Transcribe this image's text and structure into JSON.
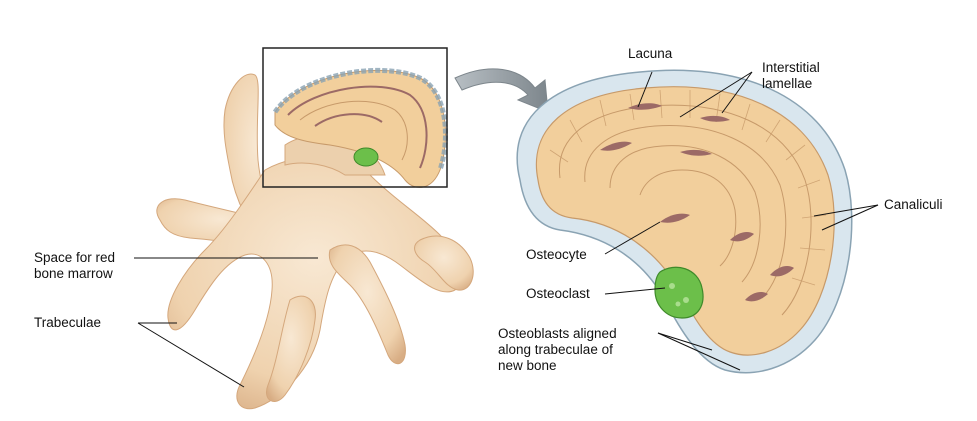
{
  "figure": {
    "labels": {
      "space_for_red_bone_marrow": "Space for red\nbone marrow",
      "trabeculae": "Trabeculae",
      "lacuna": "Lacuna",
      "interstitial_lamellae": "Interstitial\nlamellae",
      "canaliculi": "Canaliculi",
      "osteocyte": "Osteocyte",
      "osteoclast": "Osteoclast",
      "osteoblasts": "Osteoblasts aligned\nalong trabeculae of\nnew bone"
    }
  },
  "colors": {
    "bone": "#f3d9b8",
    "bone_shadow": "#dcb38c",
    "lamella": "#f2cf9c",
    "lamella_line": "#c79a6a",
    "lacuna": "#9c6a66",
    "osteoblast": "#d9e6ee",
    "osteoblast_line": "#8aa3b3",
    "osteoclast": "#6cbf4a",
    "arrow": "#8e969b",
    "leader": "#111111"
  }
}
